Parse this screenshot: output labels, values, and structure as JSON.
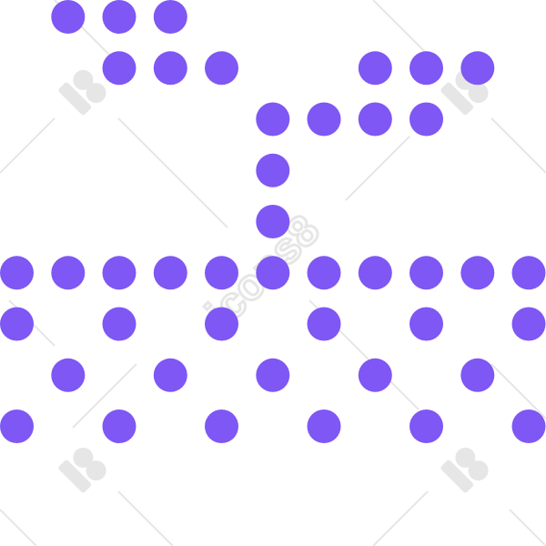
{
  "colors": {
    "dot": "#7a52f4",
    "background": "#ffffff",
    "watermark": "#e6e6e6"
  },
  "watermark": {
    "text": "icons8"
  },
  "dots": [
    {
      "col": 1,
      "row": 0
    },
    {
      "col": 2,
      "row": 0
    },
    {
      "col": 3,
      "row": 0
    },
    {
      "col": 2,
      "row": 1
    },
    {
      "col": 3,
      "row": 1
    },
    {
      "col": 4,
      "row": 1
    },
    {
      "col": 7,
      "row": 1
    },
    {
      "col": 8,
      "row": 1
    },
    {
      "col": 9,
      "row": 1
    },
    {
      "col": 5,
      "row": 2
    },
    {
      "col": 6,
      "row": 2
    },
    {
      "col": 7,
      "row": 2
    },
    {
      "col": 8,
      "row": 2
    },
    {
      "col": 5,
      "row": 3
    },
    {
      "col": 5,
      "row": 4
    },
    {
      "col": 0,
      "row": 5
    },
    {
      "col": 1,
      "row": 5
    },
    {
      "col": 2,
      "row": 5
    },
    {
      "col": 3,
      "row": 5
    },
    {
      "col": 4,
      "row": 5
    },
    {
      "col": 5,
      "row": 5
    },
    {
      "col": 6,
      "row": 5
    },
    {
      "col": 7,
      "row": 5
    },
    {
      "col": 8,
      "row": 5
    },
    {
      "col": 9,
      "row": 5
    },
    {
      "col": 10,
      "row": 5
    },
    {
      "col": 0,
      "row": 6
    },
    {
      "col": 2,
      "row": 6
    },
    {
      "col": 4,
      "row": 6
    },
    {
      "col": 6,
      "row": 6
    },
    {
      "col": 8,
      "row": 6
    },
    {
      "col": 10,
      "row": 6
    },
    {
      "col": 1,
      "row": 7
    },
    {
      "col": 3,
      "row": 7
    },
    {
      "col": 5,
      "row": 7
    },
    {
      "col": 7,
      "row": 7
    },
    {
      "col": 9,
      "row": 7
    },
    {
      "col": 0,
      "row": 8
    },
    {
      "col": 2,
      "row": 8
    },
    {
      "col": 4,
      "row": 8
    },
    {
      "col": 6,
      "row": 8
    },
    {
      "col": 8,
      "row": 8
    },
    {
      "col": 10,
      "row": 8
    }
  ]
}
